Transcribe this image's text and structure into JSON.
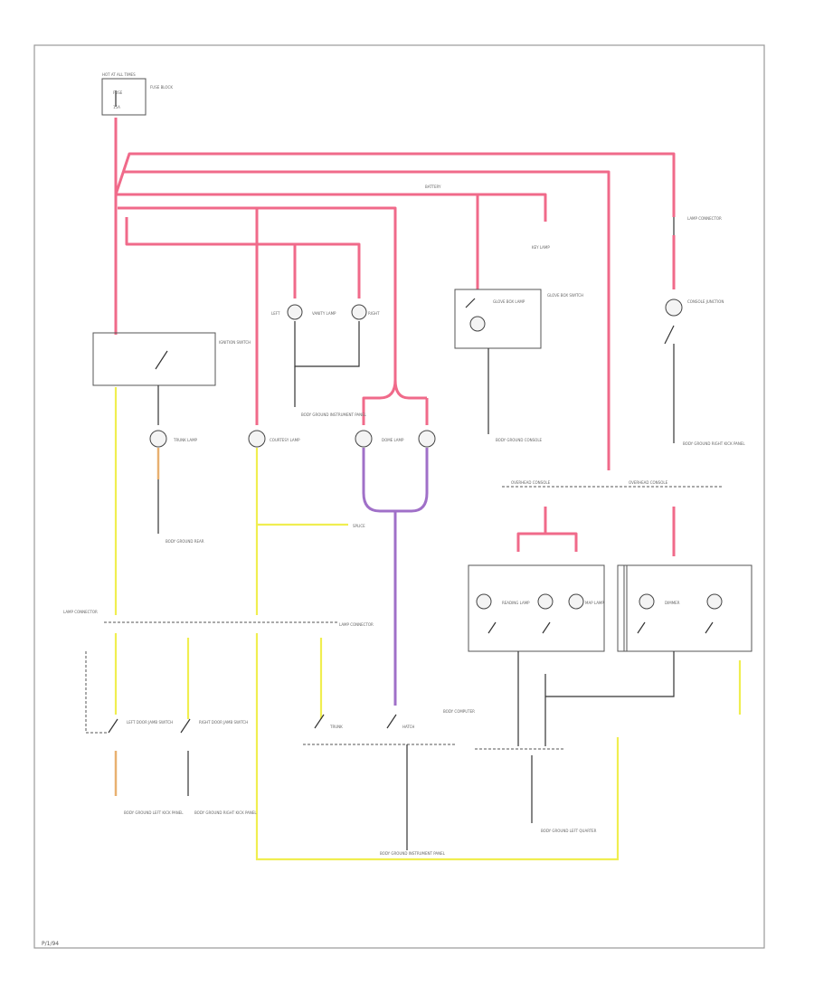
{
  "labels": {
    "hot_at_all_times": "HOT AT ALL TIMES",
    "fuse_block": "FUSE BLOCK",
    "fuse": "FUSE",
    "fuse_rating": "15A",
    "battery": "BATTERY",
    "key_lamp": "KEY LAMP",
    "lamp_connector": "LAMP CONNECTOR",
    "console_junction": "CONSOLE JUNCTION",
    "glove_box_lamp": "GLOVE BOX LAMP",
    "glove_box_switch": "GLOVE BOX SWITCH",
    "fuse_block_alt": "FUSE BLOCK",
    "ignition_switch": "IGNITION SWITCH",
    "left": "LEFT",
    "right": "RIGHT",
    "trunk_lamp": "TRUNK LAMP",
    "courtesy_lamp": "COURTESY LAMP",
    "dome_lamp": "DOME LAMP",
    "vanity_lamp": "VANITY LAMP",
    "overhead_console": "OVERHEAD CONSOLE",
    "reading_lamp": "READING LAMP",
    "map_lamp": "MAP LAMP",
    "ground_left_kick": "BODY GROUND LEFT KICK PANEL",
    "ground_right_kick": "BODY GROUND RIGHT KICK PANEL",
    "ground_left_quarter": "BODY GROUND LEFT QUARTER",
    "ground_rear": "BODY GROUND REAR",
    "ground_console": "BODY GROUND CONSOLE",
    "ground_instrument": "BODY GROUND INSTRUMENT PANEL",
    "door_switch_left": "LEFT DOOR JAMB SWITCH",
    "door_switch_right": "RIGHT DOOR JAMB SWITCH",
    "body_computer": "BODY COMPUTER",
    "trunk": "TRUNK",
    "hatch": "HATCH",
    "splice": "SPLICE",
    "dimmer": "DIMMER",
    "page_code": "P/1/94"
  }
}
